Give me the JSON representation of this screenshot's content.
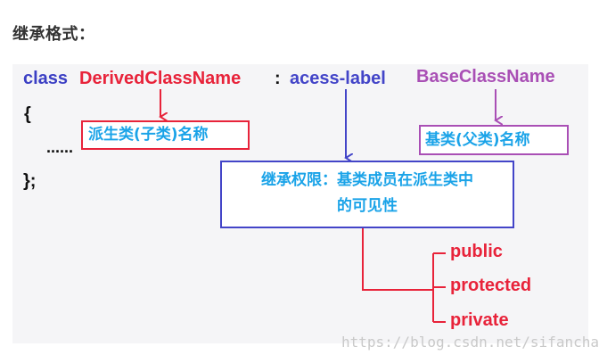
{
  "heading": "继承格式：",
  "code": {
    "keyword": "class",
    "derived_name": "DerivedClassName",
    "colon": ":",
    "access_label": "acess-label",
    "base_name": "BaseClassName",
    "open_brace": "{",
    "dots": "......",
    "close_brace": "};"
  },
  "annotations": {
    "derived": "派生类(子类)名称",
    "base": "基类(父类)名称",
    "access_line1": "继承权限：基类成员在派生类中",
    "access_line2": "的可见性"
  },
  "access_options": [
    "public",
    "protected",
    "private"
  ],
  "watermark": "https://blog.csdn.net/sifanchao",
  "colors": {
    "keyword": "#3b3fc4",
    "derived": "#e8233a",
    "access": "#4345c8",
    "base": "#a94fb5",
    "box_text": "#1aa3e8",
    "black": "#111111"
  }
}
